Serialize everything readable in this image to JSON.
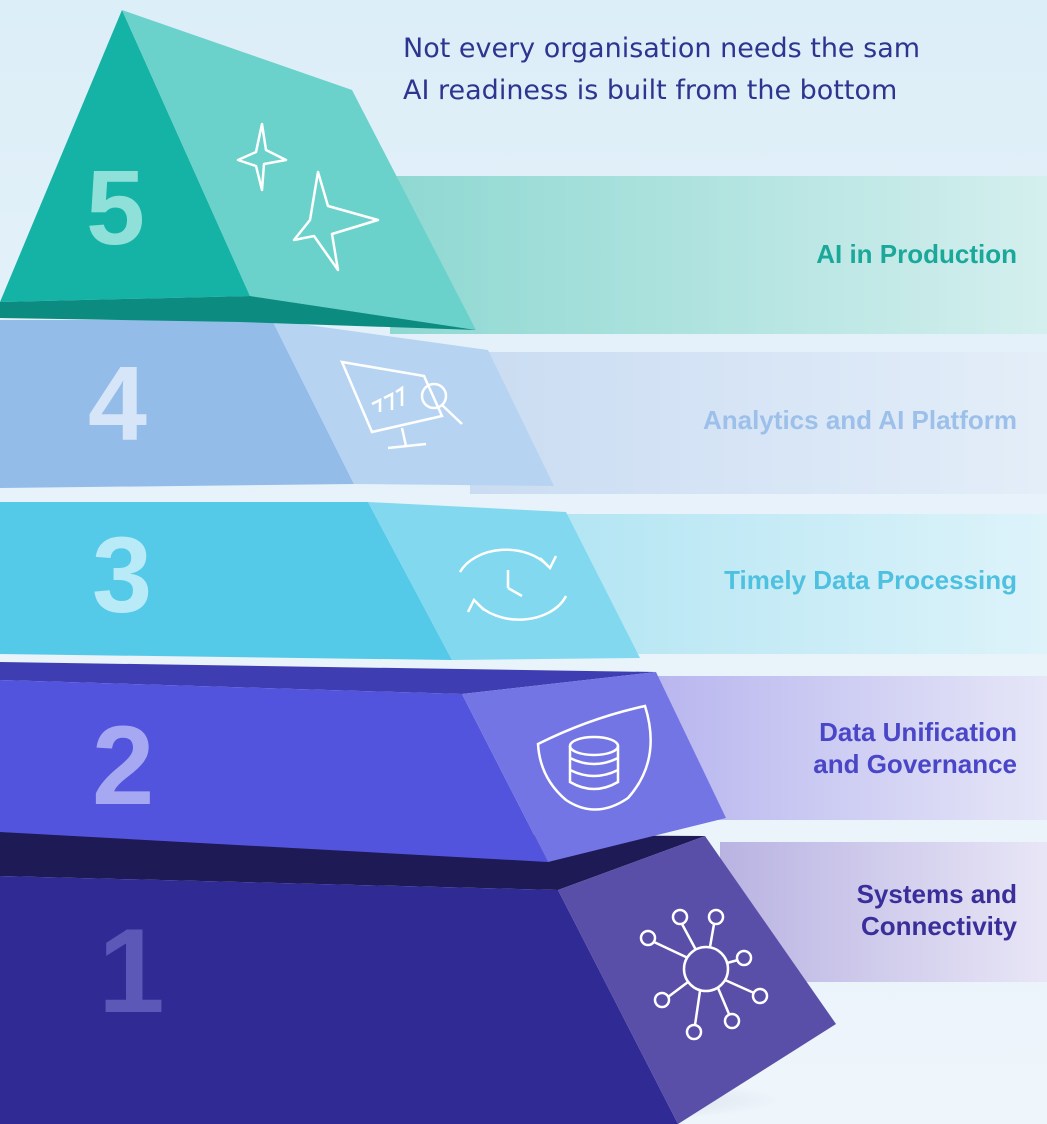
{
  "intro": {
    "line1": "Not every organisation needs the sam",
    "line2": "AI readiness is built from the bottom"
  },
  "levels": [
    {
      "number": "1",
      "label": "Systems and\nConnectivity",
      "icon": "network-hub-icon",
      "label_color": "#3a2f9a",
      "face_color": "#302a95",
      "side_color": "#5a4fa8",
      "top_color": "#1e1a5a",
      "band_color": "#c9c4ea"
    },
    {
      "number": "2",
      "label": "Data Unification\nand Governance",
      "icon": "database-shield-icon",
      "label_color": "#4a46c8",
      "face_color": "#5354de",
      "side_color": "#7475e5",
      "top_color": "#3c3cb0",
      "band_color": "#c8c7f0"
    },
    {
      "number": "3",
      "label": "Timely Data Processing",
      "icon": "refresh-clock-icon",
      "label_color": "#4fc1e0",
      "face_color": "#55c9e8",
      "side_color": "#82d8ef",
      "top_color": "#3fb2d3",
      "band_color": "#c5eaf5"
    },
    {
      "number": "4",
      "label": "Analytics and AI Platform",
      "icon": "analytics-monitor-icon",
      "label_color": "#9cc0ea",
      "face_color": "#93bce8",
      "side_color": "#b6d4f1",
      "top_color": "#7ea8d8",
      "band_color": "#d6e4f5"
    },
    {
      "number": "5",
      "label": "AI in Production",
      "icon": "sparkles-icon",
      "label_color": "#1aa89a",
      "face_color": "#15b3a5",
      "side_color": "#6bd2cb",
      "top_color": "#0c8c80",
      "band_color": "#9bdcd7"
    }
  ]
}
